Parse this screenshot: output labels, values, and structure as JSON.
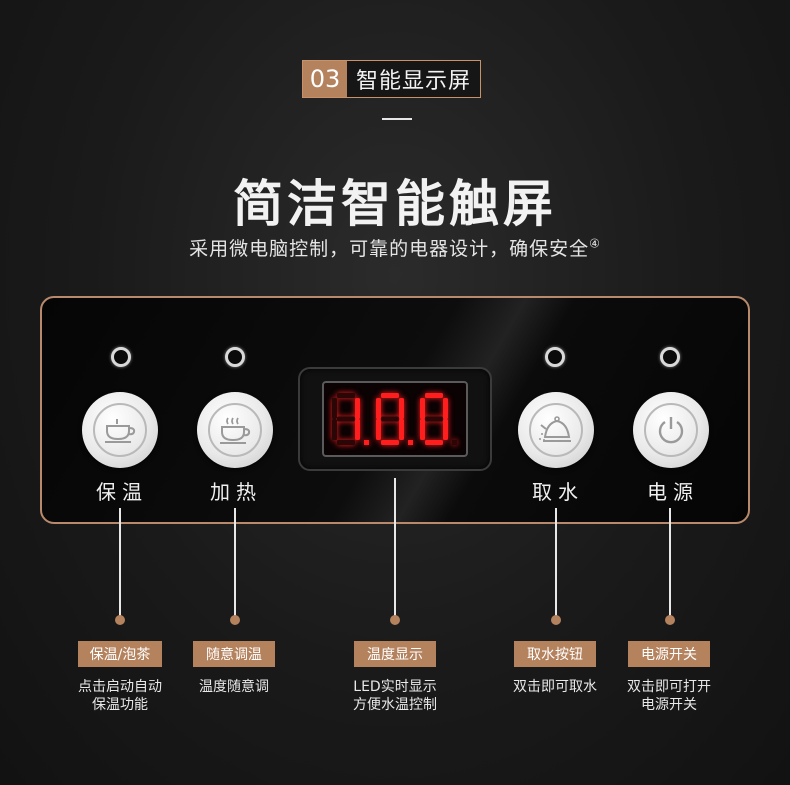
{
  "badge": {
    "number": "03",
    "title": "智能显示屏"
  },
  "headline": "简洁智能触屏",
  "subline": {
    "text": "采用微电脑控制，可靠的电器设计，确保安全",
    "note": "④"
  },
  "panel": {
    "buttons": [
      {
        "label": "保温",
        "icon": "teacup-icon"
      },
      {
        "label": "加热",
        "icon": "steaming-cup-icon"
      },
      {
        "label": "取水",
        "icon": "kettle-icon"
      },
      {
        "label": "电源",
        "icon": "power-icon"
      }
    ],
    "display": {
      "digits": "1.0.0",
      "color": "#ff1e1e"
    }
  },
  "features": [
    {
      "tag": "保温/泡茶",
      "line1": "点击启动自动",
      "line2": "保温功能"
    },
    {
      "tag": "随意调温",
      "line1": "温度随意调",
      "line2": ""
    },
    {
      "tag": "温度显示",
      "line1": "LED实时显示",
      "line2": "方便水温控制"
    },
    {
      "tag": "取水按钮",
      "line1": "双击即可取水",
      "line2": ""
    },
    {
      "tag": "电源开关",
      "line1": "双击即可打开",
      "line2": "电源开关"
    }
  ],
  "colors": {
    "accent": "#b5825e",
    "background": "#1a1a1a",
    "panel_border": "#b8896a"
  }
}
